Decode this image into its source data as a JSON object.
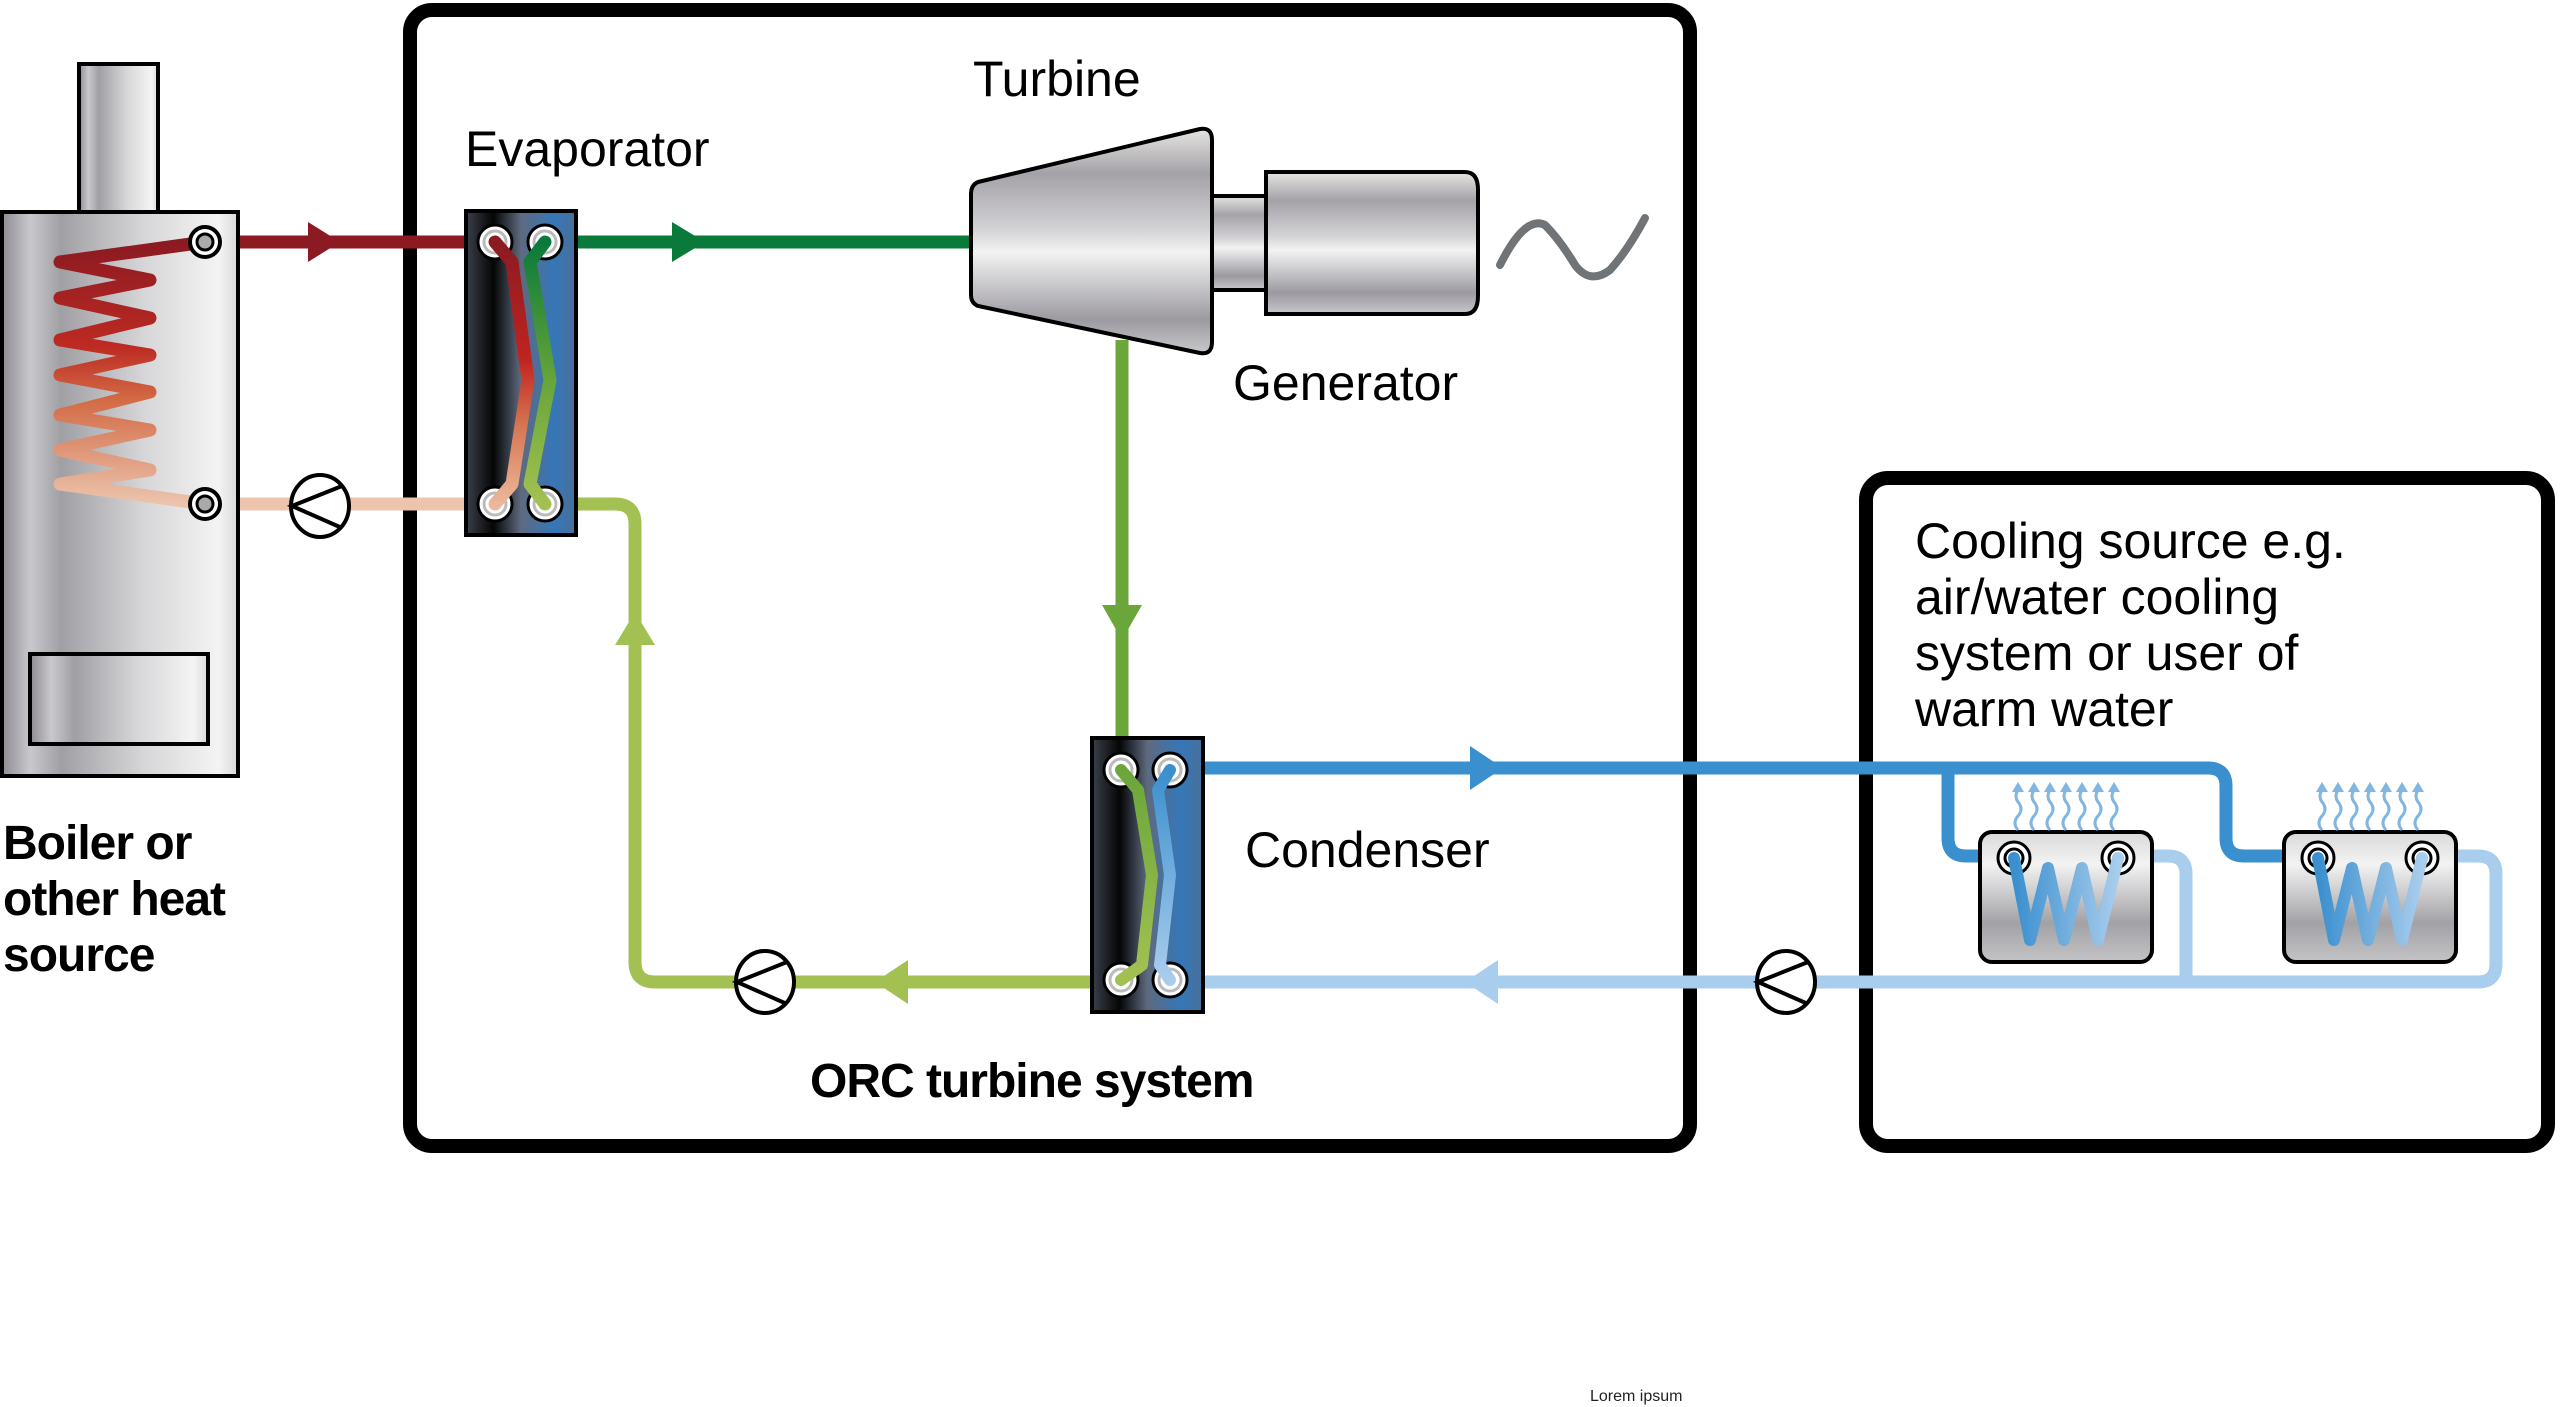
{
  "labels": {
    "turbine": "Turbine",
    "evaporator": "Evaporator",
    "generator": "Generator",
    "condenser": "Condenser",
    "orc_system": "ORC turbine system",
    "boiler_line1": "Boiler or",
    "boiler_line2": "other heat",
    "boiler_line3": "source",
    "cooling_line1": "Cooling source e.g.",
    "cooling_line2": "air/water cooling",
    "cooling_line3": "system or user of",
    "cooling_line4": "warm water",
    "footer": "Lorem ipsum"
  },
  "colors": {
    "hot_supply": "#8b1a22",
    "hot_return": "#ecc4ad",
    "vapor": "#0a7a3a",
    "vapor_low": "#6aa63a",
    "liquid": "#a3c152",
    "cool_supply": "#3a8fcf",
    "cool_return": "#a9cdec",
    "frame": "#000000",
    "generator_wave": "#707476"
  },
  "components": [
    {
      "id": "boiler",
      "icon": "boiler-icon"
    },
    {
      "id": "evaporator",
      "icon": "heat-exchanger-icon"
    },
    {
      "id": "turbine",
      "icon": "turbine-icon"
    },
    {
      "id": "generator",
      "icon": "generator-icon"
    },
    {
      "id": "condenser",
      "icon": "heat-exchanger-icon"
    },
    {
      "id": "pump-heat",
      "icon": "pump-icon"
    },
    {
      "id": "pump-orc",
      "icon": "pump-icon"
    },
    {
      "id": "pump-cooling",
      "icon": "pump-icon"
    },
    {
      "id": "radiator-1",
      "icon": "radiator-icon"
    },
    {
      "id": "radiator-2",
      "icon": "radiator-icon"
    }
  ]
}
